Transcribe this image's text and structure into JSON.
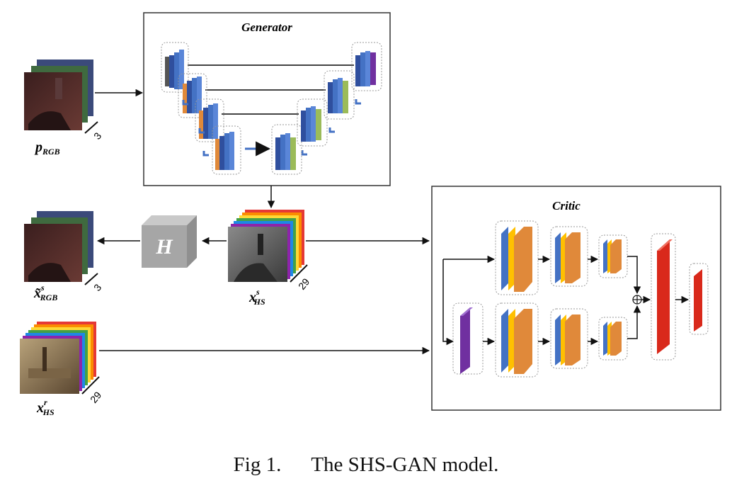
{
  "generator": {
    "title": "Generator"
  },
  "critic": {
    "title": "Critic"
  },
  "h_block": {
    "label": "H"
  },
  "inputs": {
    "p_rgb": {
      "base": "p",
      "sub": "RGB",
      "channels": "3"
    },
    "x_tilde_s_rgb": {
      "base": "x̃",
      "sup": "s",
      "sub": "RGB",
      "channels": "3"
    },
    "x_s_hs": {
      "base": "x",
      "sup": "s",
      "sub": "HS",
      "channels": "29"
    },
    "x_r_hs": {
      "base": "x",
      "sup": "r",
      "sub": "HS",
      "channels": "29"
    }
  },
  "caption": {
    "fig": "Fig 1.",
    "text": "The SHS-GAN model."
  },
  "colors": {
    "blue": "#4472c4",
    "green": "#9bbb59",
    "orange": "#e0893a",
    "purple": "#7030a0",
    "yellow": "#ffc000",
    "red": "#d9291b",
    "gray": "#a6a6a6"
  }
}
